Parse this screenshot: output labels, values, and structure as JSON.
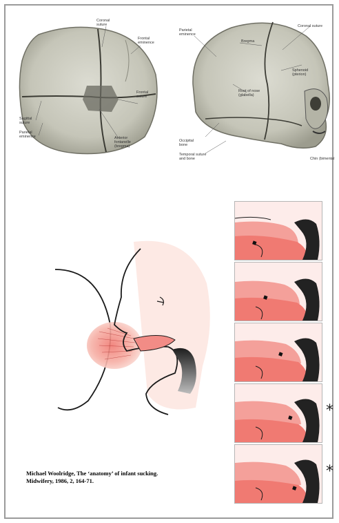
{
  "skull_top_labels": {
    "coronal_suture": "Coronal suture",
    "frontal_eminence": "Frontal eminence",
    "frontal_suture": "Frontal suture",
    "sagittal_suture": "Sagittal suture",
    "parietal_eminence": "Parietal eminence",
    "anterior_fontanelle": "Anterior fontanelle (bregma)"
  },
  "skull_side_labels": {
    "parietal_eminence": "Parietal eminence",
    "bregma": "Bregma",
    "coronal_suture": "Coronal suture",
    "sphenoid": "Sphenoid (pterion)",
    "root_of_nose": "Root of nose (glabella)",
    "occipital_bone": "Occipital bone",
    "temporal_suture": "Temporal suture and bone",
    "chin": "Chin (bimental"
  },
  "asterisks": [
    "*",
    "*"
  ],
  "citation": {
    "line1": "Michael Woolridge, The ‘anatomy’ of infant sucking.",
    "line2": "Midwifery, 1986, 2, 164-71."
  }
}
